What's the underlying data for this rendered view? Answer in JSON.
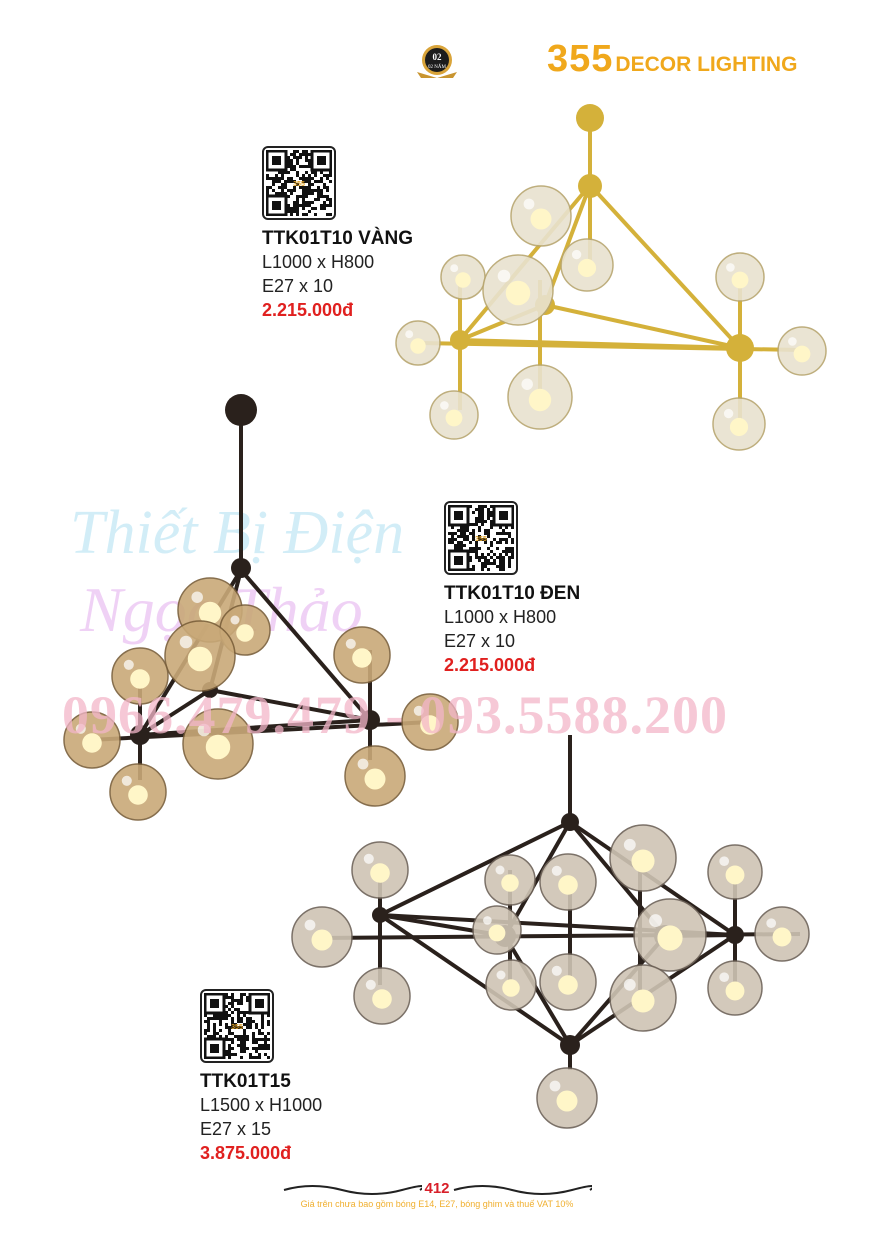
{
  "header": {
    "brand_number": "355",
    "brand_text": "DECOR LIGHTING",
    "badge_text": "02 NĂM"
  },
  "products": [
    {
      "code": "TTK01T10 VÀNG",
      "size": "L1000 x H800",
      "bulb": "E27 x 10",
      "price": "2.215.000đ",
      "qr_label": "355"
    },
    {
      "code": "TTK01T10 ĐEN",
      "size": "L1000 x H800",
      "bulb": "E27 x 10",
      "price": "2.215.000đ",
      "qr_label": "355"
    },
    {
      "code": "TTK01T15",
      "size": "L1500 x H1000",
      "bulb": "E27 x 15",
      "price": "3.875.000đ",
      "qr_label": "355"
    }
  ],
  "watermark": {
    "line1": "Thiết Bị Điện",
    "line2": "Ngọc Thảo",
    "phones": "0966.479.479 - 093.5588.200"
  },
  "footer": {
    "page": "412",
    "note": "Giá trên chưa bao gồm bóng E14, E27, bóng ghim và thuế VAT 10%"
  },
  "colors": {
    "brand": "#f0a81c",
    "price": "#e0201f",
    "gold": "#d4b13a",
    "black": "#2a211c"
  }
}
